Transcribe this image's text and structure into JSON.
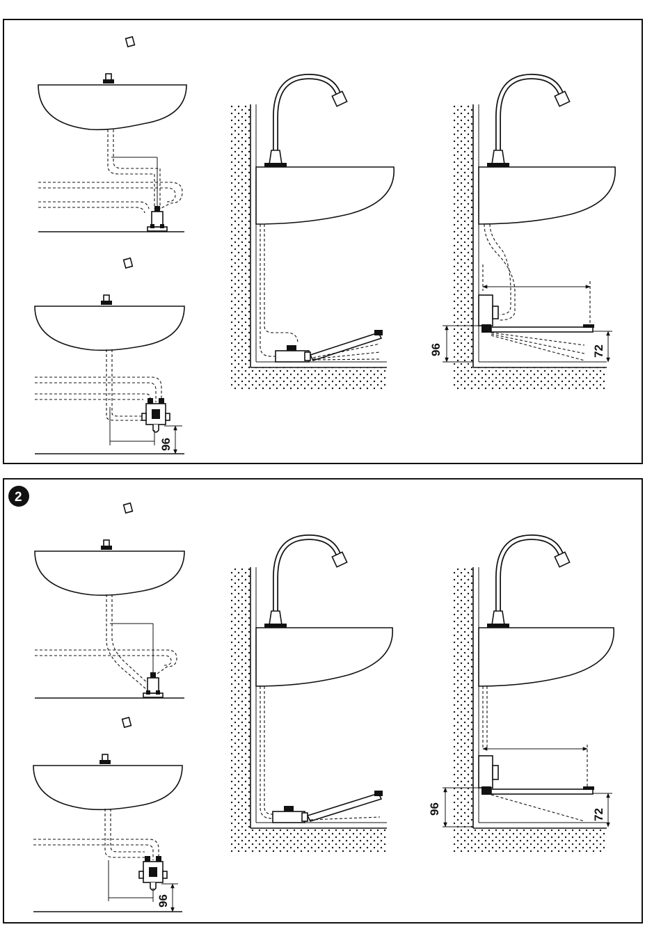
{
  "panels": [
    {
      "badge": "",
      "dimensions": {
        "left_height": "96",
        "right_height": "96",
        "right_pedal": "72"
      }
    },
    {
      "badge": "2",
      "dimensions": {
        "left_height": "96",
        "right_height": "96",
        "right_pedal": "72"
      }
    }
  ],
  "colors": {
    "ink": "#111111",
    "background": "#ffffff"
  }
}
